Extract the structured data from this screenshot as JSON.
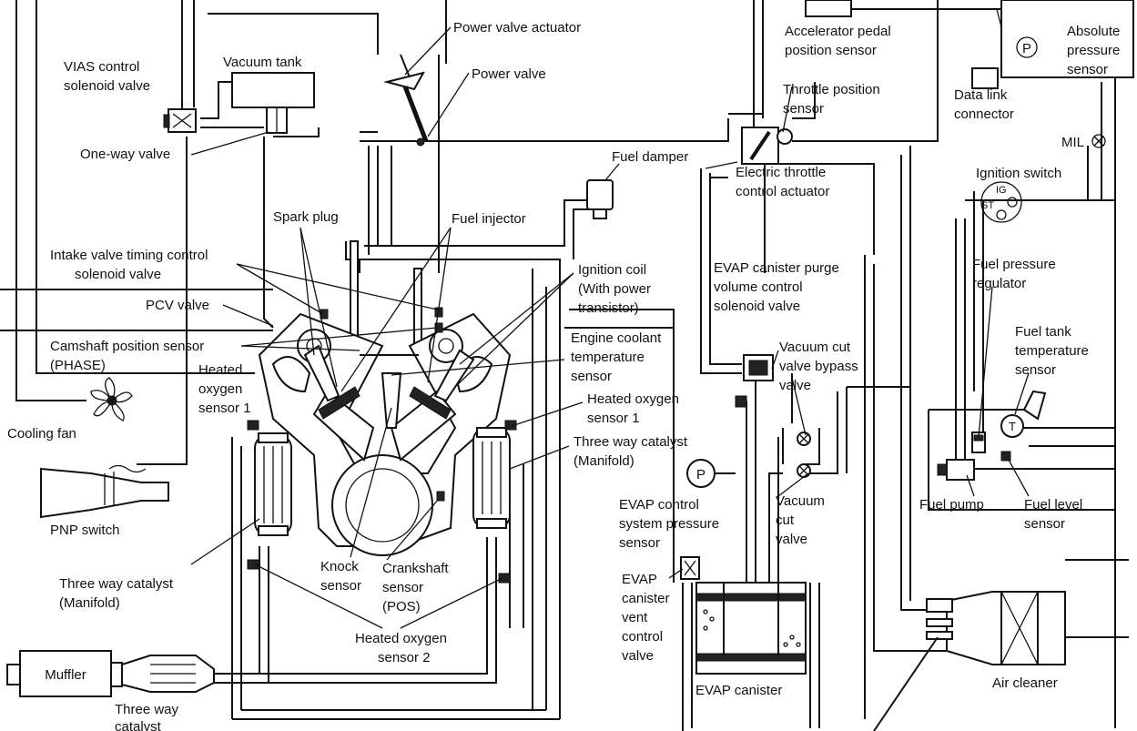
{
  "labels": {
    "power_valve_actuator": "Power valve actuator",
    "vias_control_solenoid_valve": [
      "VIAS control",
      "solenoid valve"
    ],
    "vacuum_tank": "Vacuum tank",
    "power_valve": "Power valve",
    "one_way_valve": "One-way valve",
    "accelerator_pedal_position_sensor": [
      "Accelerator pedal",
      "position sensor"
    ],
    "absolute_pressure_sensor": [
      "Absolute",
      "pressure",
      "sensor"
    ],
    "p_symbol": "P",
    "data_link_connector": [
      "Data link",
      "connector"
    ],
    "throttle_position_sensor": [
      "Throttle position",
      "sensor"
    ],
    "mil": "MIL",
    "fuel_damper": "Fuel damper",
    "electric_throttle_control_actuator": [
      "Electric throttle",
      "control actuator"
    ],
    "ignition_switch": "Ignition switch",
    "ig": "IG",
    "st": "ST",
    "spark_plug": "Spark plug",
    "fuel_injector": "Fuel injector",
    "intake_valve_timing_control_solenoid_valve": [
      "Intake valve timing control",
      "solenoid valve"
    ],
    "ignition_coil": [
      "Ignition coil",
      "(With power",
      "transistor)"
    ],
    "evap_canister_purge_volume_control_solenoid_valve": [
      "EVAP canister purge",
      "volume control",
      "solenoid valve"
    ],
    "fuel_pressure_regulator": [
      "Fuel pressure",
      "regulator"
    ],
    "pcv_valve": "PCV valve",
    "camshaft_position_sensor": [
      "Camshaft position sensor",
      "(PHASE)"
    ],
    "engine_coolant_temperature_sensor": [
      "Engine coolant",
      "temperature",
      "sensor"
    ],
    "vacuum_cut_valve_bypass_valve": [
      "Vacuum cut",
      "valve bypass",
      "valve"
    ],
    "fuel_tank_temperature_sensor": [
      "Fuel tank",
      "temperature",
      "sensor"
    ],
    "t_symbol": "T",
    "heated_oxygen_sensor_1_left": [
      "Heated",
      "oxygen",
      "sensor 1"
    ],
    "heated_oxygen_sensor_1_right": [
      "Heated oxygen",
      "sensor 1"
    ],
    "cooling_fan": "Cooling fan",
    "three_way_catalyst_manifold_right": [
      "Three way catalyst",
      "(Manifold)"
    ],
    "pnp_switch": "PNP switch",
    "evap_control_system_pressure_sensor": [
      "EVAP control",
      "system pressure",
      "sensor"
    ],
    "vacuum_cut_valve": [
      "Vacuum",
      "cut",
      "valve"
    ],
    "fuel_pump": "Fuel pump",
    "fuel_level_sensor": [
      "Fuel level",
      "sensor"
    ],
    "knock_sensor": [
      "Knock",
      "sensor"
    ],
    "crankshaft_sensor": [
      "Crankshaft",
      "sensor",
      "(POS)"
    ],
    "three_way_catalyst_manifold_left": [
      "Three way catalyst",
      "(Manifold)"
    ],
    "evap_canister_vent_control_valve": [
      "EVAP",
      "canister",
      "vent",
      "control",
      "valve"
    ],
    "heated_oxygen_sensor_2": [
      "Heated oxygen",
      "sensor 2"
    ],
    "muffler": "Muffler",
    "three_way_catalyst_bottom": [
      "Three way",
      "catalyst"
    ],
    "evap_canister": "EVAP canister",
    "air_cleaner": "Air cleaner"
  }
}
